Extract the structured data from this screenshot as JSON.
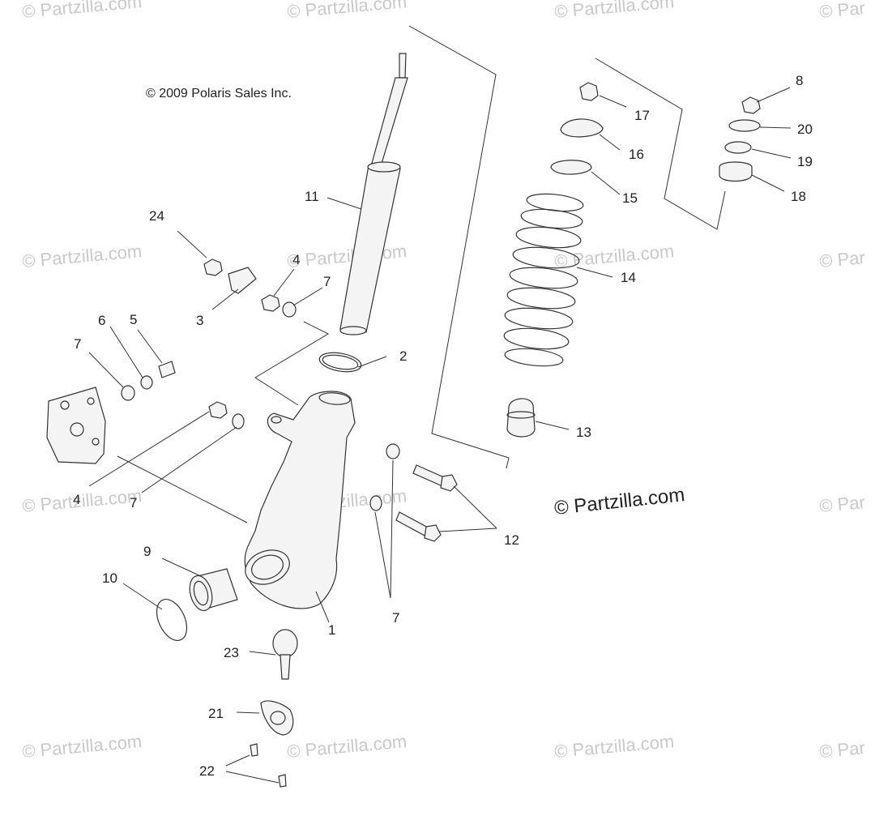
{
  "copyright": "© 2009 Polaris Sales Inc.",
  "brand_watermark": "© Partzilla.com",
  "faint_watermarks": [
    "© Partzilla.com",
    "© Partzilla.com",
    "© Partzilla.com",
    "© Par",
    "© Partzilla.com",
    "© Partzilla.com",
    "© Partzilla.com",
    "© Par",
    "© Partzilla.com",
    "© Partzilla.com",
    "© Par",
    "© Partzilla.com",
    "© Partzilla.com",
    "© Partzilla.com",
    "© Par"
  ],
  "callouts": {
    "c1": "1",
    "c2": "2",
    "c3": "3",
    "c4a": "4",
    "c4b": "4",
    "c5": "5",
    "c6": "6",
    "c7a": "7",
    "c7b": "7",
    "c7c": "7",
    "c7d": "7",
    "c8": "8",
    "c9": "9",
    "c10": "10",
    "c11": "11",
    "c12": "12",
    "c13": "13",
    "c14": "14",
    "c15": "15",
    "c16": "16",
    "c17": "17",
    "c18": "18",
    "c19": "19",
    "c20": "20",
    "c21": "21",
    "c22": "22",
    "c23": "23",
    "c24": "24"
  }
}
